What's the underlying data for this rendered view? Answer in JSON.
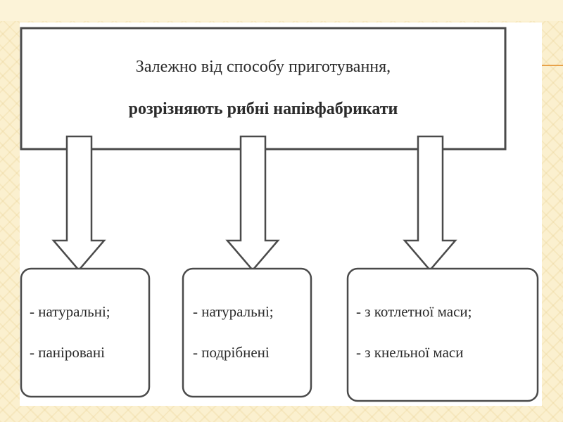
{
  "diagram": {
    "header": {
      "line1": "Залежно від способу приготування,",
      "line2": "розрізняють рибні напівфабрикати"
    },
    "boxes": [
      {
        "line1": "- натуральні;",
        "line2": "- паніровані"
      },
      {
        "line1": "- натуральні;",
        "line2": "- подрібнені"
      },
      {
        "line1": "- з котлетної  маси;",
        "line2": "- з кнельної маси"
      }
    ]
  },
  "colors": {
    "background": "#fbf0cf",
    "accent": "#e8a24a",
    "stroke": "#4a4a4a"
  }
}
